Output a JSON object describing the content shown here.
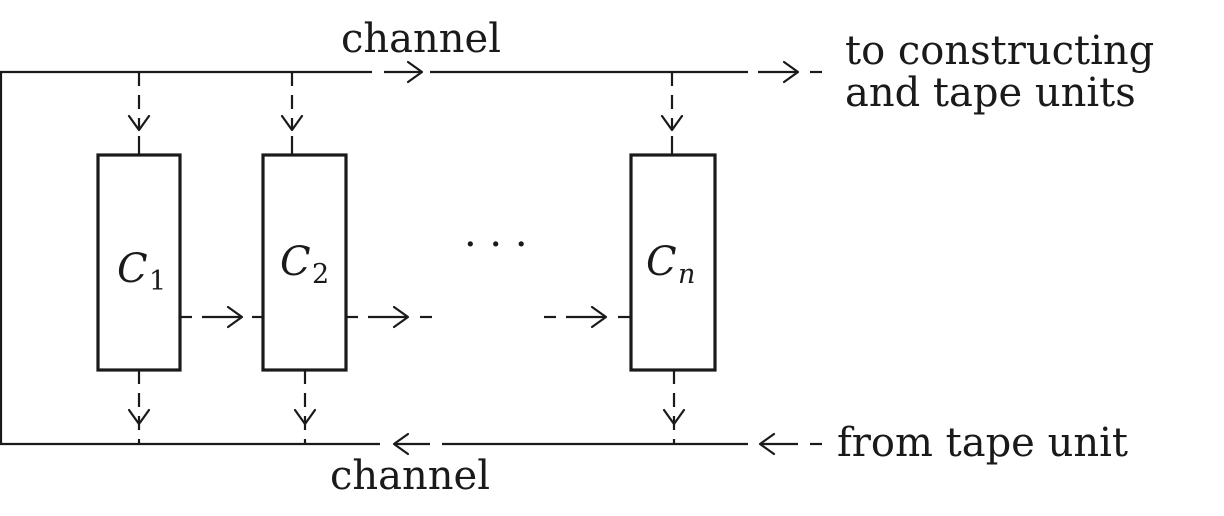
{
  "labels": {
    "channel_top": "channel",
    "channel_bottom": "channel",
    "to_units_line1": "to constructing",
    "to_units_line2": "and tape units",
    "from_unit": "from tape unit",
    "ellipsis": "· · ·"
  },
  "cells": [
    {
      "letter": "C",
      "sub": "1"
    },
    {
      "letter": "C",
      "sub": "2"
    },
    {
      "letter": "C",
      "sub": "n"
    }
  ]
}
